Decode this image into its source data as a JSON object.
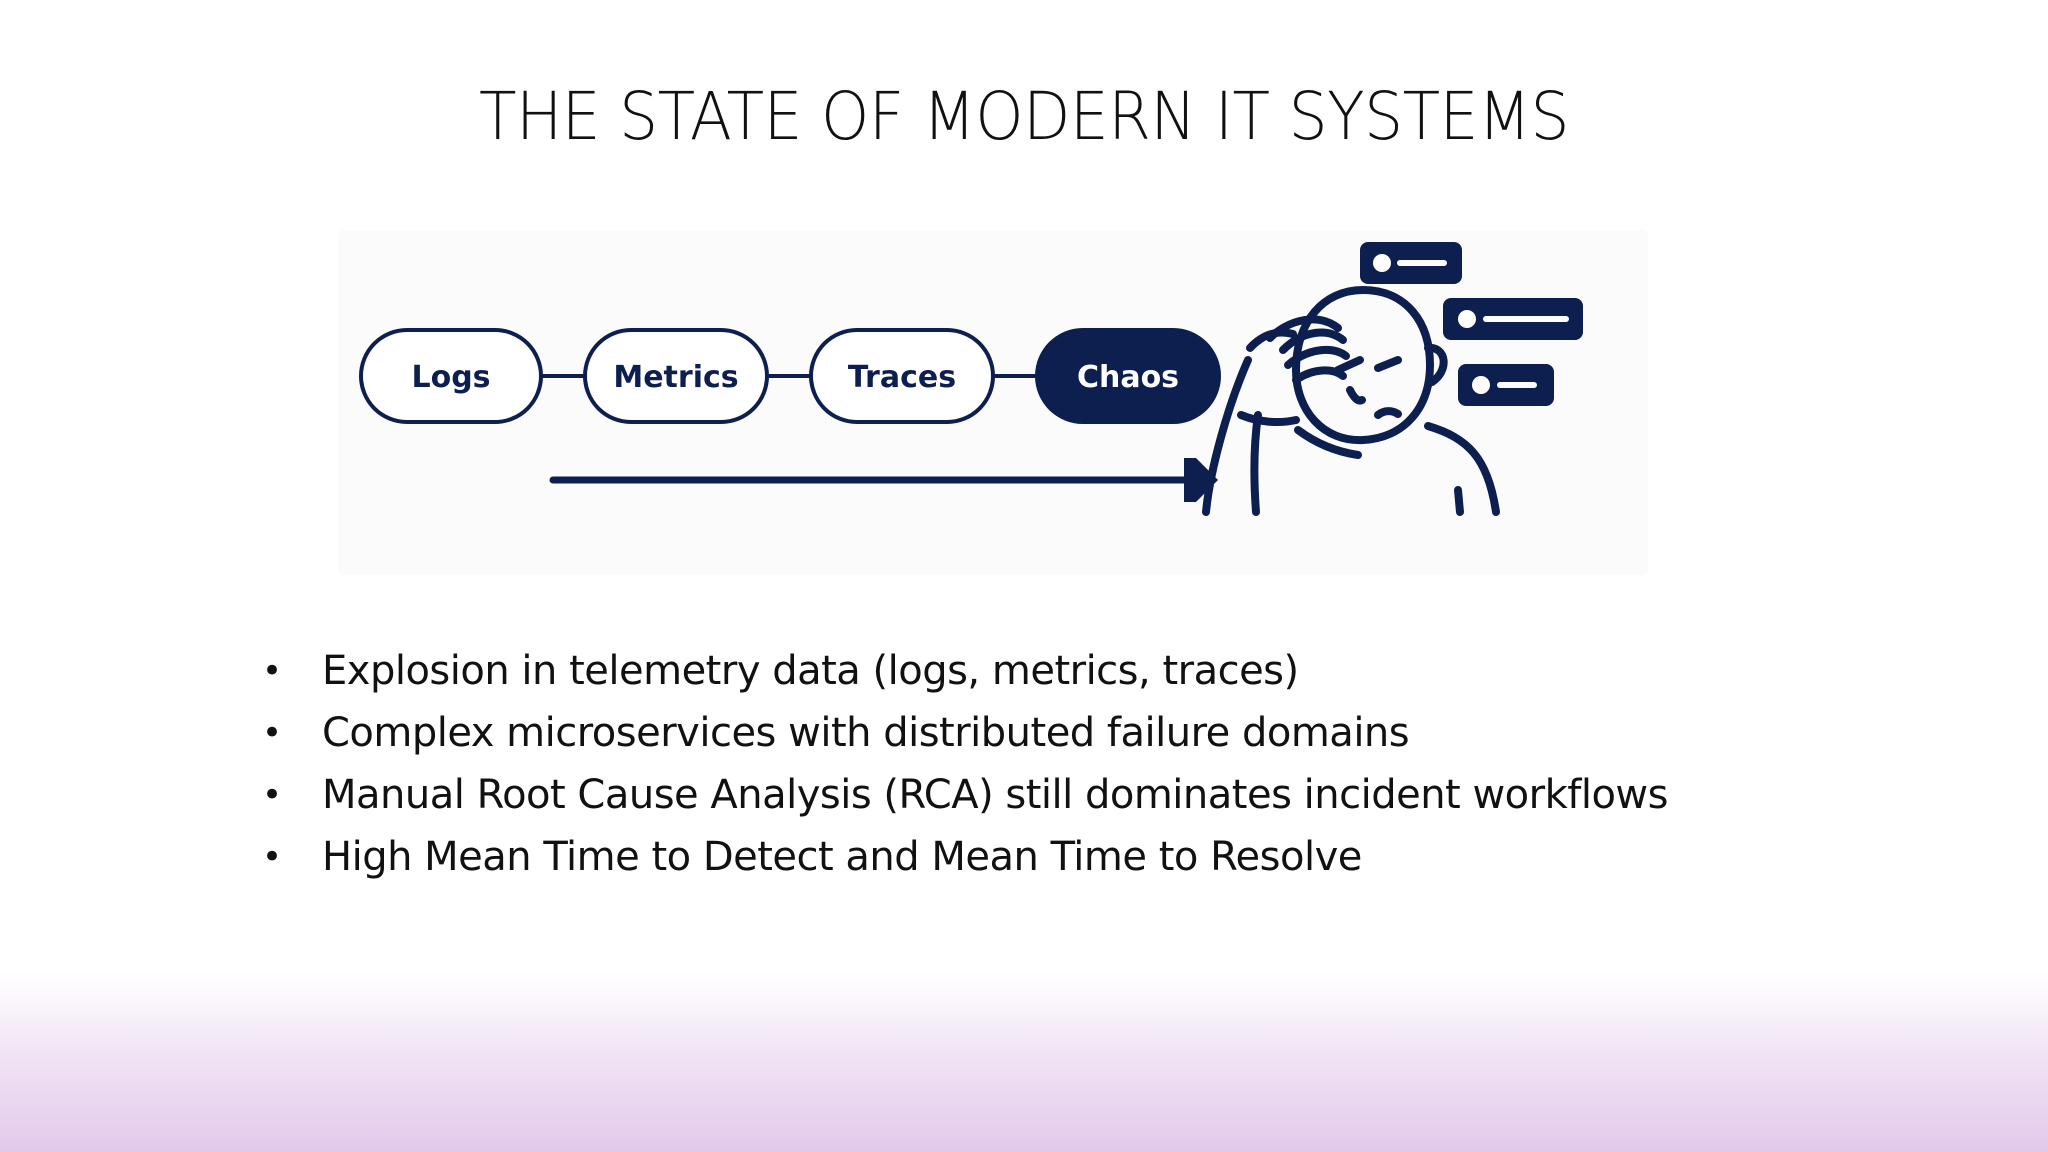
{
  "slide": {
    "title": "THE STATE OF MODERN IT SYSTEMS",
    "colors": {
      "ink": "#0d1f4f",
      "text": "#111111",
      "background": "#ffffff",
      "band_bottom": "#e2c9ec"
    }
  },
  "illustration": {
    "pills": [
      {
        "label": "Logs",
        "filled": false
      },
      {
        "label": "Metrics",
        "filled": false
      },
      {
        "label": "Traces",
        "filled": false
      },
      {
        "label": "Chaos",
        "filled": true
      }
    ],
    "figure_icon": "stressed-person-icon",
    "notification_icon": "message-card-icon",
    "arrow_icon": "arrow-right-icon"
  },
  "bullets": [
    "Explosion in telemetry data (logs, metrics, traces)",
    "Complex microservices with distributed failure domains",
    "Manual Root Cause Analysis (RCA) still dominates incident workflows",
    "High Mean Time to Detect and Mean Time to Resolve"
  ]
}
